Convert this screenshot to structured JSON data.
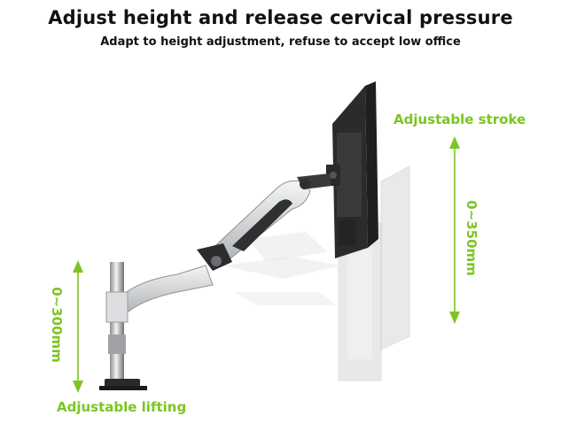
{
  "headline": "Adjust height and release cervical pressure",
  "subline": "Adapt to height adjustment, refuse to accept low office",
  "labels": {
    "adjustable_stroke": "Adjustable stroke",
    "stroke_range": "0~350mm",
    "adjustable_lifting": "Adjustable lifting",
    "lifting_range": "0~300mm"
  },
  "colors": {
    "accent": "#7cc520",
    "text": "#111111",
    "monitor": "#2b2b2d",
    "arm_silver": "#d9dbdd",
    "arm_dark": "#333335"
  },
  "icons": {
    "stroke_arrow": "double-arrow-vertical-icon",
    "lifting_arrow": "double-arrow-vertical-icon"
  }
}
